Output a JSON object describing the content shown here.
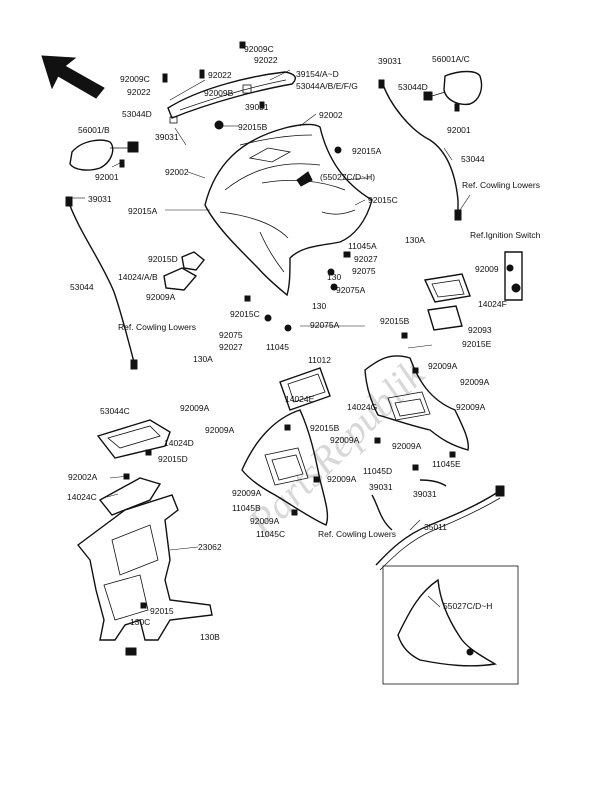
{
  "watermark": "PartsRepublik",
  "refs": {
    "cowling_lowers_a": "Ref. Cowling Lowers",
    "cowling_lowers_b": "Ref. Cowling Lowers",
    "cowling_lowers_c": "Ref. Cowling Lowers",
    "ignition_switch": "Ref.Ignition Switch"
  },
  "labels": [
    {
      "id": "l-92009c-1",
      "text": "92009C"
    },
    {
      "id": "l-92009c-2",
      "text": "92009C"
    },
    {
      "id": "l-92022-1",
      "text": "92022"
    },
    {
      "id": "l-92022-2",
      "text": "92022"
    },
    {
      "id": "l-92009b",
      "text": "92009B"
    },
    {
      "id": "l-92022-3",
      "text": "92022"
    },
    {
      "id": "l-39154",
      "text": "39154/A~D"
    },
    {
      "id": "l-53044abefg",
      "text": "53044A/B/E/F/G"
    },
    {
      "id": "l-39031-top",
      "text": "39031"
    },
    {
      "id": "l-53044d-left",
      "text": "53044D"
    },
    {
      "id": "l-92015b-top",
      "text": "92015B"
    },
    {
      "id": "l-92002-top",
      "text": "92002"
    },
    {
      "id": "l-39031-left",
      "text": "39031"
    },
    {
      "id": "l-56001b",
      "text": "56001/B"
    },
    {
      "id": "l-92001-left",
      "text": "92001"
    },
    {
      "id": "l-92002-mid",
      "text": "92002"
    },
    {
      "id": "l-92015a-right",
      "text": "92015A"
    },
    {
      "id": "l-55027cd",
      "text": "(55027C/D~H)"
    },
    {
      "id": "l-92015a-left",
      "text": "92015A"
    },
    {
      "id": "l-92015c-right",
      "text": "92015C"
    },
    {
      "id": "l-39031-right",
      "text": "39031"
    },
    {
      "id": "l-56001ac",
      "text": "56001A/C"
    },
    {
      "id": "l-53044d-right",
      "text": "53044D"
    },
    {
      "id": "l-92001-right",
      "text": "92001"
    },
    {
      "id": "l-53044-right",
      "text": "53044"
    },
    {
      "id": "l-39031-far-left",
      "text": "39031"
    },
    {
      "id": "l-92015d-1",
      "text": "92015D"
    },
    {
      "id": "l-14024ab",
      "text": "14024/A/B"
    },
    {
      "id": "l-92009a-1",
      "text": "92009A"
    },
    {
      "id": "l-53044-left",
      "text": "53044"
    },
    {
      "id": "l-11045a",
      "text": "11045A"
    },
    {
      "id": "l-130a-top",
      "text": "130A"
    },
    {
      "id": "l-92027-top",
      "text": "92027"
    },
    {
      "id": "l-92075-1",
      "text": "92075"
    },
    {
      "id": "l-130-1",
      "text": "130"
    },
    {
      "id": "l-92075a-1",
      "text": "92075A"
    },
    {
      "id": "l-92015c-left",
      "text": "92015C"
    },
    {
      "id": "l-130-2",
      "text": "130"
    },
    {
      "id": "l-92075a-2",
      "text": "92075A"
    },
    {
      "id": "l-92075-2",
      "text": "92075"
    },
    {
      "id": "l-92027-2",
      "text": "92027"
    },
    {
      "id": "l-11045",
      "text": "11045"
    },
    {
      "id": "l-130a-2",
      "text": "130A"
    },
    {
      "id": "l-92009-top",
      "text": "92009"
    },
    {
      "id": "l-14024f",
      "text": "14024F"
    },
    {
      "id": "l-92015b-mid",
      "text": "92015B"
    },
    {
      "id": "l-92093",
      "text": "92093"
    },
    {
      "id": "l-92015e",
      "text": "92015E"
    },
    {
      "id": "l-11012",
      "text": "11012"
    },
    {
      "id": "l-92009a-2",
      "text": "92009A"
    },
    {
      "id": "l-92009a-3",
      "text": "92009A"
    },
    {
      "id": "l-53044c",
      "text": "53044C"
    },
    {
      "id": "l-92009a-4",
      "text": "92009A"
    },
    {
      "id": "l-14024e",
      "text": "14024E"
    },
    {
      "id": "l-14024g",
      "text": "14024G"
    },
    {
      "id": "l-92009a-5",
      "text": "92009A"
    },
    {
      "id": "l-14024d",
      "text": "14024D"
    },
    {
      "id": "l-92009a-6",
      "text": "92009A"
    },
    {
      "id": "l-92015b-low",
      "text": "92015B"
    },
    {
      "id": "l-92009a-7",
      "text": "92009A"
    },
    {
      "id": "l-92009a-8",
      "text": "92009A"
    },
    {
      "id": "l-92015d-2",
      "text": "92015D"
    },
    {
      "id": "l-11045d",
      "text": "11045D"
    },
    {
      "id": "l-11045e",
      "text": "11045E"
    },
    {
      "id": "l-92002a",
      "text": "92002A"
    },
    {
      "id": "l-92009a-9",
      "text": "92009A"
    },
    {
      "id": "l-39031-low",
      "text": "39031"
    },
    {
      "id": "l-39031-low2",
      "text": "39031"
    },
    {
      "id": "l-14024c",
      "text": "14024C"
    },
    {
      "id": "l-92009a-10",
      "text": "92009A"
    },
    {
      "id": "l-11045b",
      "text": "11045B"
    },
    {
      "id": "l-92009a-11",
      "text": "92009A"
    },
    {
      "id": "l-11045c",
      "text": "11045C"
    },
    {
      "id": "l-23062",
      "text": "23062"
    },
    {
      "id": "l-35011",
      "text": "35011"
    },
    {
      "id": "l-92015",
      "text": "92015"
    },
    {
      "id": "l-130c",
      "text": "130C"
    },
    {
      "id": "l-55027cdh",
      "text": "55027C/D~H"
    },
    {
      "id": "l-130b",
      "text": "130B"
    }
  ]
}
